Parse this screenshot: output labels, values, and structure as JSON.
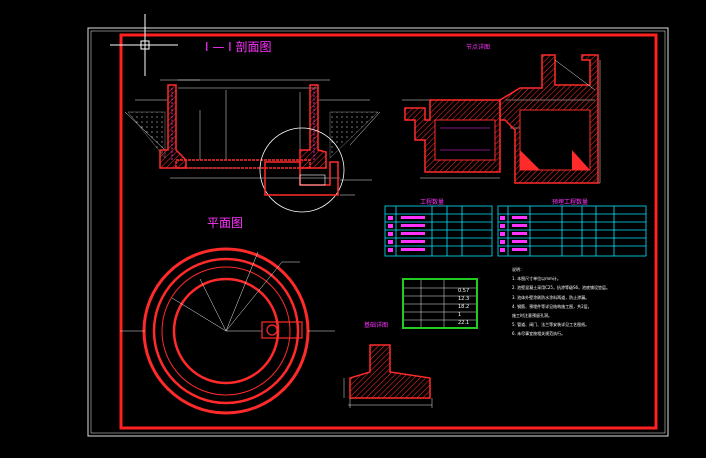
{
  "drawing": {
    "colors": {
      "background": "#000000",
      "border": "#ff2020",
      "outer_frame": "#e0e0e0",
      "concrete": "#ff2a2a",
      "dimension": "#e8e8e8",
      "title": "#ff33ff",
      "table_border": "#00e5ff",
      "highlight_box": "#22cc22",
      "reinforcement": "#ff33ff",
      "crosshair": "#ffffff"
    },
    "views": {
      "section_1_1": {
        "title": "I — I 剖面图"
      },
      "plan": {
        "title": "平面图"
      },
      "detail_top": {
        "title": "节点详图"
      },
      "detail_bottom": {
        "title": "基础详图"
      }
    },
    "table_main": {
      "title": "工程数量"
    },
    "table_secondary": {
      "title": "预埋工程数量"
    },
    "table_summary": {
      "rows": [
        [
          "",
          "",
          "0.57"
        ],
        [
          "",
          "",
          "12.3"
        ],
        [
          "",
          "",
          "18.2"
        ],
        [
          "",
          "",
          "1"
        ],
        [
          "",
          "",
          "22.1"
        ]
      ]
    },
    "notes": {
      "heading": "说明：",
      "lines": [
        "1. 本图尺寸单位以mm计。",
        "2. 池壁混凝土采用C25，抗渗等级S6，池底铺设垫层。",
        "3. 池体外壁涂刷防水涂料两道，防止渗漏。",
        "4. 钢筋、预埋件等详见结构施工图，共2层，",
        "   施工时注意预留孔洞。",
        "5. 管道、阀门、法兰等安装详见工艺图纸。",
        "6. 未尽事宜按相关规范执行。"
      ]
    }
  }
}
